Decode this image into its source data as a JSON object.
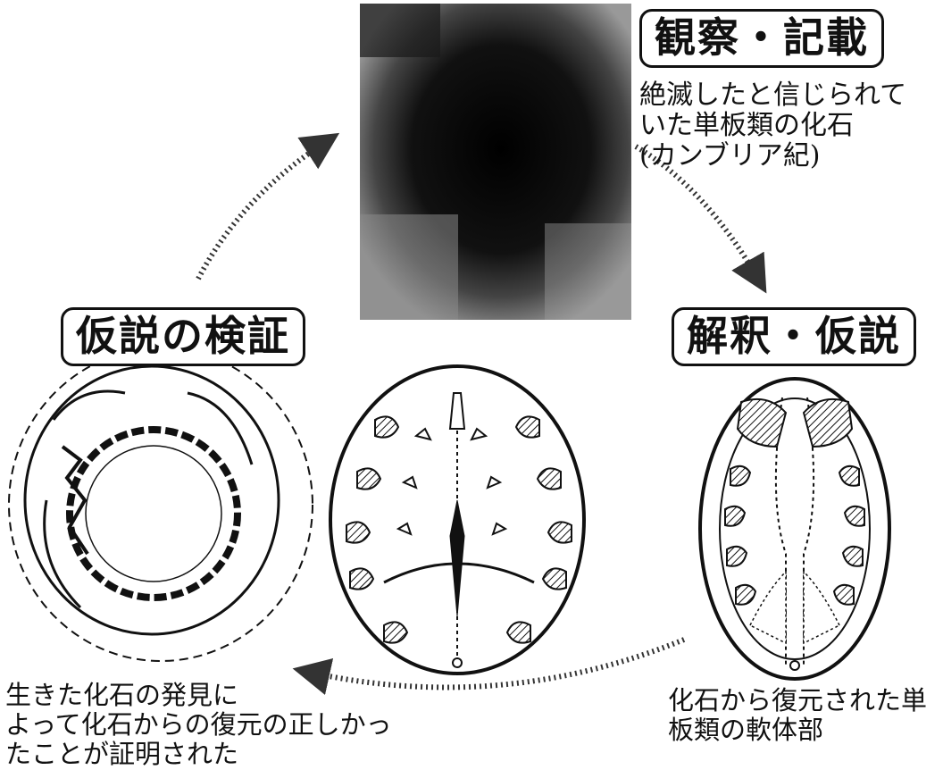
{
  "stages": {
    "observe": {
      "label": "観察・記載"
    },
    "interpret": {
      "label": "解釈・仮説"
    },
    "verify": {
      "label": "仮説の検証"
    }
  },
  "captions": {
    "fossil": "絶滅したと信じられて\nいた単板類の化石\n(カンブリア紀)",
    "reconstruction": "化石から復元された単\n板類の軟体部",
    "living": "生きた化石の発見に\nよって化石からの復元の正しかっ\nたことが証明された"
  }
}
